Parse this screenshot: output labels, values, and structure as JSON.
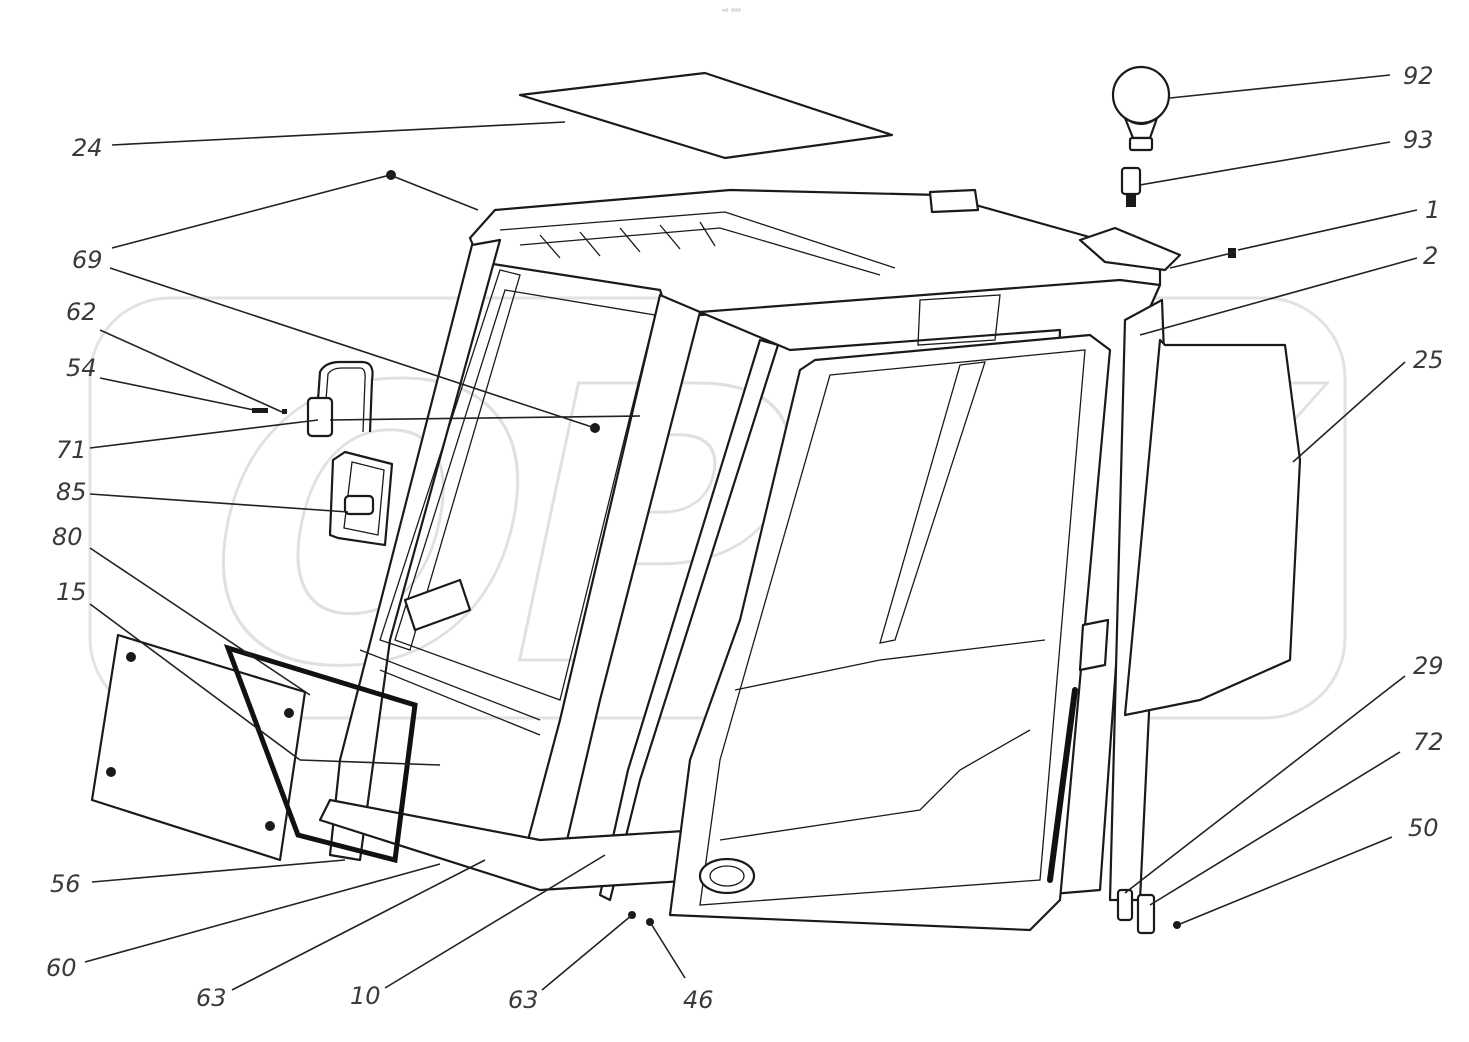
{
  "header_mark": "ᵒ⁰ ⁰⁰⁰",
  "watermark": "OPEX",
  "callouts": [
    {
      "id": "24",
      "label": "24"
    },
    {
      "id": "69a",
      "label": "69"
    },
    {
      "id": "69b",
      "label": "69"
    },
    {
      "id": "62",
      "label": "62"
    },
    {
      "id": "54",
      "label": "54"
    },
    {
      "id": "71",
      "label": "71"
    },
    {
      "id": "85",
      "label": "85"
    },
    {
      "id": "80",
      "label": "80"
    },
    {
      "id": "15",
      "label": "15"
    },
    {
      "id": "56",
      "label": "56"
    },
    {
      "id": "60",
      "label": "60"
    },
    {
      "id": "63a",
      "label": "63"
    },
    {
      "id": "10",
      "label": "10"
    },
    {
      "id": "63b",
      "label": "63"
    },
    {
      "id": "46",
      "label": "46"
    },
    {
      "id": "92",
      "label": "92"
    },
    {
      "id": "93",
      "label": "93"
    },
    {
      "id": "1",
      "label": "1"
    },
    {
      "id": "2",
      "label": "2"
    },
    {
      "id": "25",
      "label": "25"
    },
    {
      "id": "29",
      "label": "29"
    },
    {
      "id": "72",
      "label": "72"
    },
    {
      "id": "50",
      "label": "50"
    }
  ]
}
